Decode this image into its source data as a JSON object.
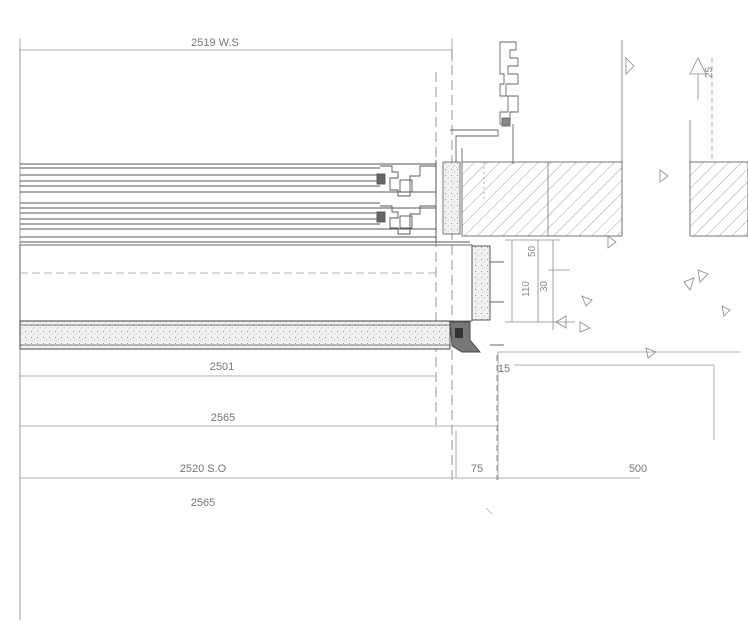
{
  "drawing": {
    "dimensions": {
      "ws_width": "2519 W.S",
      "width_2501": "2501",
      "width_2565_upper": "2565",
      "so_width": "2520 S.O",
      "width_75": "75",
      "width_500": "500",
      "width_2565_lower": "2565",
      "small_15": "15",
      "vertical_110": "110",
      "vertical_30": "30",
      "vertical_50": "50",
      "vertical_25": "25"
    },
    "colors": {
      "line": "#555555",
      "light_line": "#9a9a9a",
      "hatch": "#8a8a8a",
      "speckle": "#b8b8b8",
      "paper": "#ffffff"
    }
  }
}
